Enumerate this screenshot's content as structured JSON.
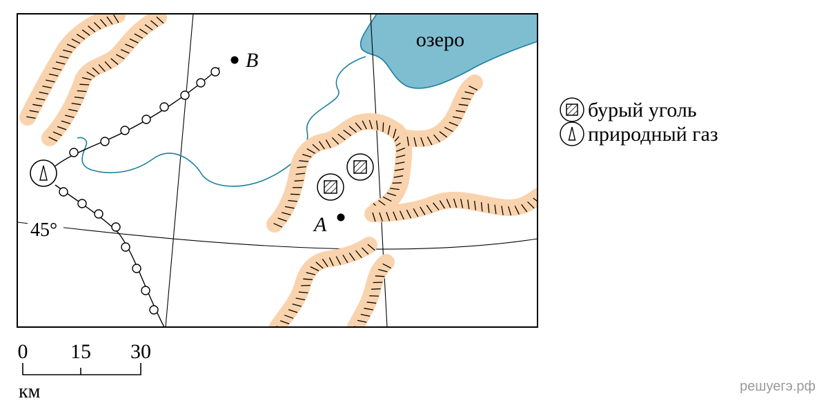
{
  "map": {
    "lake_label": "озеро",
    "point_b_label": "B",
    "point_a_label": "A",
    "latitude_label": "45°",
    "colors": {
      "mountain_fill": "#f9d3ad",
      "lake_fill": "#7fbdd0",
      "lake_stroke": "#1b7fa0",
      "river_stroke": "#1a7f9d"
    }
  },
  "legend": {
    "items": [
      {
        "icon": "brown-coal-icon",
        "label": "бурый уголь"
      },
      {
        "icon": "natural-gas-icon",
        "label": "природный газ"
      }
    ]
  },
  "scale_bar": {
    "ticks": [
      "0",
      "15",
      "30"
    ],
    "unit": "км"
  },
  "watermark": "решуегэ.рф"
}
